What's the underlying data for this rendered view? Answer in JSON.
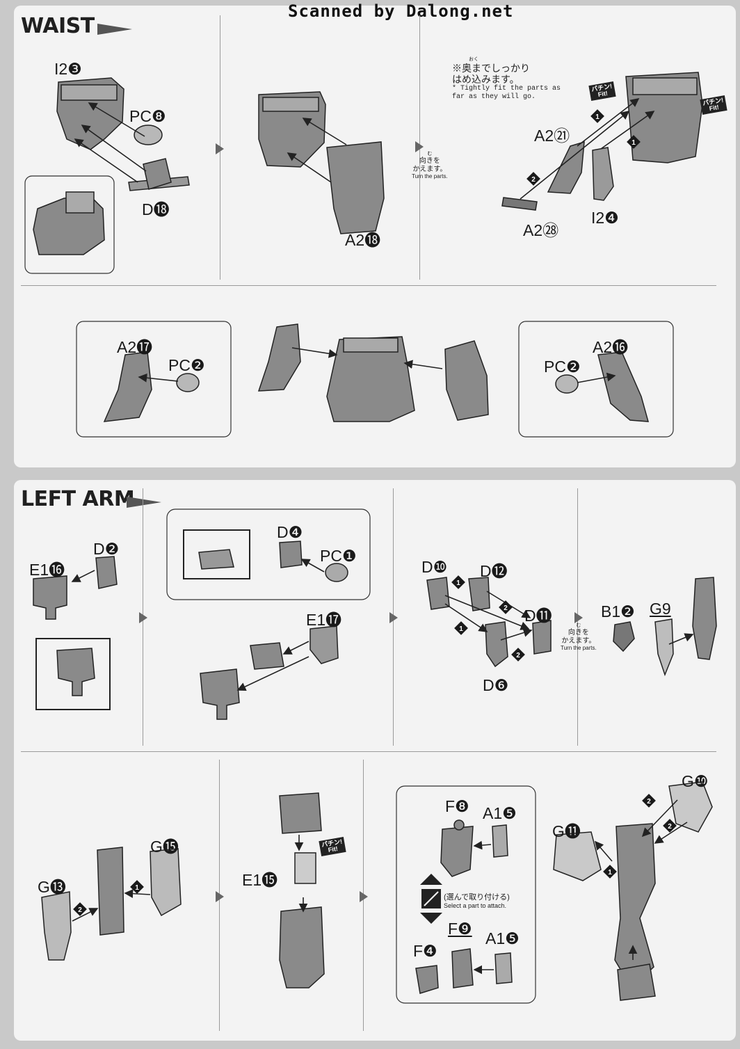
{
  "header": {
    "scan_credit": "Scanned by Dalong.net"
  },
  "waist": {
    "title": "WAIST",
    "labels": {
      "i2_3": "I2❸",
      "pc_8": "PC❽",
      "d_18": "D⓲",
      "a2_18": "A2⓲",
      "a2_21": "A2㉑",
      "i2_4": "I2❹",
      "a2_28": "A2㉘",
      "a2_17": "A2⓱",
      "pc_2_left": "PC❷",
      "a2_16": "A2⓰",
      "pc_2_right": "PC❷"
    },
    "turn_note": {
      "ruby": "む",
      "jp": "向きを\nかえます。",
      "en": "Turn the parts."
    },
    "fit_note": {
      "ruby": "おく",
      "jp": "※奥までしっかり\nはめ込みます。",
      "en": "* Tightly fit the parts as\nfar as they will go."
    },
    "steps": [
      "❶",
      "❶",
      "❷"
    ],
    "fit_badges": [
      "パチン!\nFit!",
      "パチン!\nFit!"
    ]
  },
  "left_arm": {
    "title": "LEFT ARM",
    "labels": {
      "e1_16": "E1⓰",
      "d_2": "D❷",
      "d_4": "D❹",
      "pc_1": "PC❶",
      "e1_17": "E1⓱",
      "d_10": "D❿",
      "d_12": "D⓬",
      "d_11": "D⓫",
      "d_6": "D❻",
      "b1_2": "B1❷",
      "g_9": "G9",
      "g_13": "G⓭",
      "g_15": "G⓯",
      "e1_15": "E1⓯",
      "f_8": "F❽",
      "a1_5_top": "A1❺",
      "f_9": "F❾",
      "f_4": "F❹",
      "a1_5_bottom": "A1❺",
      "g_10": "G❿",
      "g_11": "G⓫"
    },
    "turn_note": {
      "ruby": "む",
      "jp": "向きを\nかえます。",
      "en": "Turn the parts."
    },
    "select_note": {
      "jp": "(選んで取り付ける)",
      "en": "Select a part to attach."
    },
    "fit_badge": "パチン!\nFit!"
  }
}
